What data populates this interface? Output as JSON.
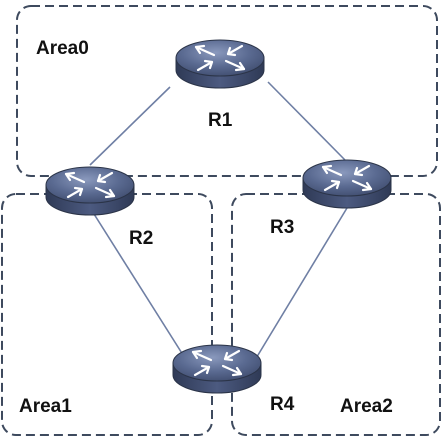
{
  "areas": [
    {
      "id": "area0",
      "label": "Area0"
    },
    {
      "id": "area1",
      "label": "Area1"
    },
    {
      "id": "area2",
      "label": "Area2"
    }
  ],
  "routers": [
    {
      "id": "r1",
      "label": "R1",
      "icon": "router-icon"
    },
    {
      "id": "r2",
      "label": "R2",
      "icon": "router-icon"
    },
    {
      "id": "r3",
      "label": "R3",
      "icon": "router-icon"
    },
    {
      "id": "r4",
      "label": "R4",
      "icon": "router-icon"
    }
  ],
  "links": [
    {
      "from": "R1",
      "to": "R2"
    },
    {
      "from": "R1",
      "to": "R3"
    },
    {
      "from": "R2",
      "to": "R4"
    },
    {
      "from": "R3",
      "to": "R4"
    }
  ],
  "colors": {
    "area_border": "#3e4a5e",
    "link": "#6f7fa4",
    "router_top": "#5a6a91",
    "router_side": "#3b4868"
  }
}
